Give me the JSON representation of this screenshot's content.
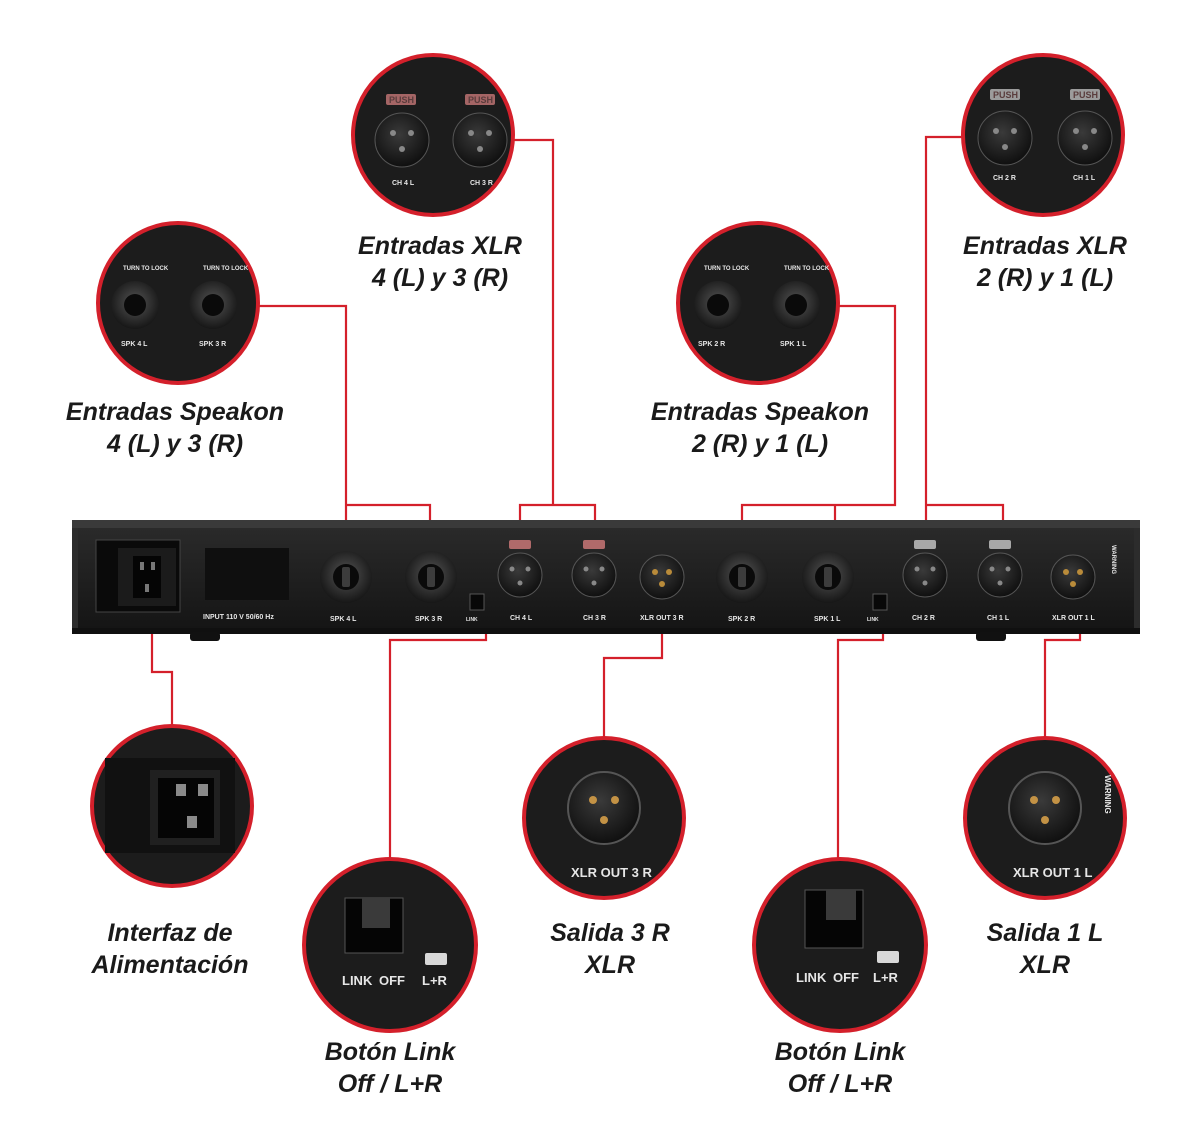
{
  "captions": {
    "speakon_43": [
      "Entradas Speakon",
      "4 (L) y 3 (R)"
    ],
    "xlr_43": [
      "Entradas XLR",
      "4 (L) y 3 (R)"
    ],
    "speakon_21": [
      "Entradas Speakon",
      "2 (R) y 1 (L)"
    ],
    "xlr_21": [
      "Entradas XLR",
      "2 (R) y 1 (L)"
    ],
    "power": [
      "Interfaz de",
      "Alimentación"
    ],
    "link_left": [
      "Botón Link",
      "Off / L+R"
    ],
    "out3": [
      "Salida 3 R",
      "XLR"
    ],
    "link_right": [
      "Botón Link",
      "Off / L+R"
    ],
    "out1": [
      "Salida 1 L",
      "XLR"
    ]
  },
  "panel": {
    "input_label": "INPUT 110 V 50/60 Hz",
    "spk4": "SPK 4 L",
    "spk3": "SPK 3 R",
    "ch4": "CH 4 L",
    "ch3": "CH 3 R",
    "xlrout3": "XLR OUT 3 R",
    "spk2": "SPK 2 R",
    "spk1": "SPK 1 L",
    "ch2": "CH 2 R",
    "ch1": "CH 1 L",
    "xlrout1": "XLR OUT 1 L",
    "turn_to_lock": "TURN TO LOCK",
    "push": "PUSH",
    "link": "LINK",
    "off": "OFF",
    "lr": "L+R",
    "warning": "WARNING"
  },
  "colors": {
    "accent_red": "#d4202b",
    "panel": "#1f1f1f",
    "text_dark": "#1a1a1a"
  }
}
